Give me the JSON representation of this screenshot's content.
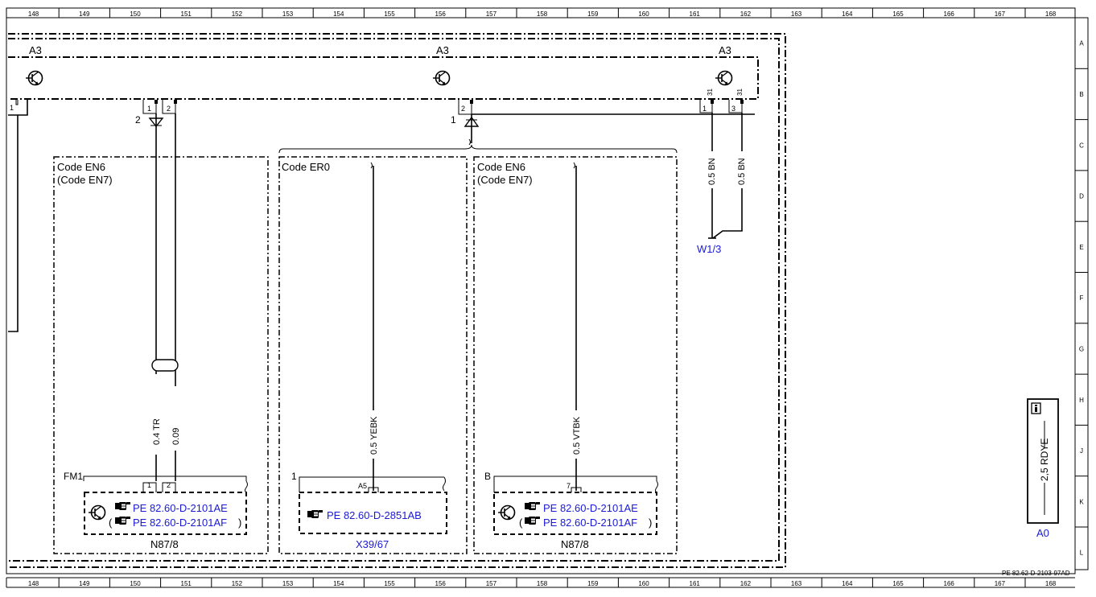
{
  "ruler": {
    "columns": [
      "148",
      "149",
      "150",
      "151",
      "152",
      "153",
      "154",
      "155",
      "156",
      "157",
      "158",
      "159",
      "160",
      "161",
      "162",
      "163",
      "164",
      "165",
      "166",
      "167",
      "168"
    ],
    "rows": [
      "A",
      "B",
      "C",
      "D",
      "E",
      "F",
      "G",
      "H",
      "J",
      "K",
      "L"
    ]
  },
  "module": {
    "label_left": "A3",
    "label_mid": "A3",
    "label_right": "A3",
    "pin_left_1": "1",
    "pin_a_1": "1",
    "pin_a_2": "2",
    "pin_b_2": "2",
    "pin_c_1": "1",
    "pin_c_31a": "31",
    "pin_c_3": "3",
    "pin_c_31b": "31"
  },
  "connectors": {
    "arrow_down_label": "2",
    "arrow_up_label": "1"
  },
  "boxes": {
    "left": {
      "code": "Code EN6",
      "code_alt": "(Code EN7)"
    },
    "middle": {
      "code": "Code ER0"
    },
    "right": {
      "code": "Code EN6",
      "code_alt": "(Code EN7)"
    }
  },
  "wires": {
    "w1": "0.4 TR",
    "w2": "0.09",
    "w3": "0.5 YEBK",
    "w4": "0.5 VTBK",
    "w5": "0.5 BN",
    "w6": "0.5 BN",
    "ground_link": "W1/3"
  },
  "components": {
    "n87_left": {
      "connector": "FM1",
      "pin1": "1",
      "pin2": "2",
      "ref1": "PE 82.60-D-2101AE",
      "ref2_open": "(",
      "ref2": "PE 82.60-D-2101AF",
      "ref2_close": ")",
      "name": "N87/8"
    },
    "x39": {
      "connector": "1",
      "pin": "A5",
      "ref": "PE 82.60-D-2851AB",
      "name": "X39/67"
    },
    "n87_right": {
      "connector": "B",
      "pin": "7",
      "ref1": "PE 82.60-D-2101AE",
      "ref2_open": "(",
      "ref2": "PE 82.60-D-2101AF",
      "ref2_close": ")",
      "name": "N87/8"
    }
  },
  "legend": {
    "info_icon": "info-icon",
    "wire": "2,5 RDYE",
    "ground": "A0"
  },
  "footer": {
    "doc_ref": "PE 82.62-D-2103-97AD"
  },
  "icons": {
    "pointer": "pointing-hand-icon",
    "transistor": "transistor-symbol-icon"
  },
  "colors": {
    "link_blue": "#1a1ad6"
  }
}
